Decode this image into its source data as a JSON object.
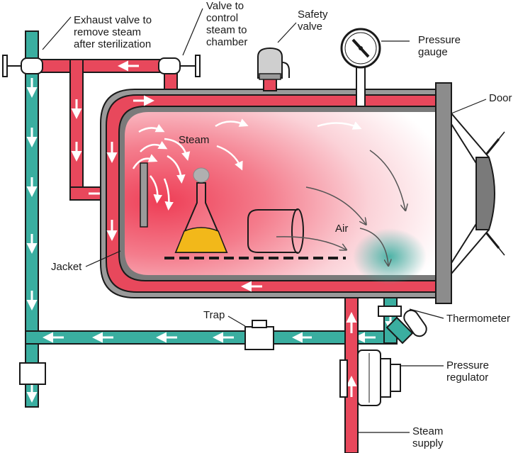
{
  "labels": {
    "exhaust_valve": "Exhaust valve to\nremove steam\nafter sterilization",
    "control_valve": "Valve to\ncontrol\nsteam to\nchamber",
    "safety_valve": "Safety\nvalve",
    "pressure_gauge": "Pressure\ngauge",
    "door": "Door",
    "steam": "Steam",
    "air": "Air",
    "jacket": "Jacket",
    "trap": "Trap",
    "thermometer": "Thermometer",
    "pressure_regulator": "Pressure\nregulator",
    "steam_supply": "Steam\nsupply"
  },
  "colors": {
    "steam_pipe": "#e8485c",
    "condensate_pipe": "#3aaea0",
    "outline": "#1a1a1a",
    "chamber_wall": "#9a9a9a",
    "door": "#8c8c8c",
    "liquid": "#f2b81a"
  }
}
